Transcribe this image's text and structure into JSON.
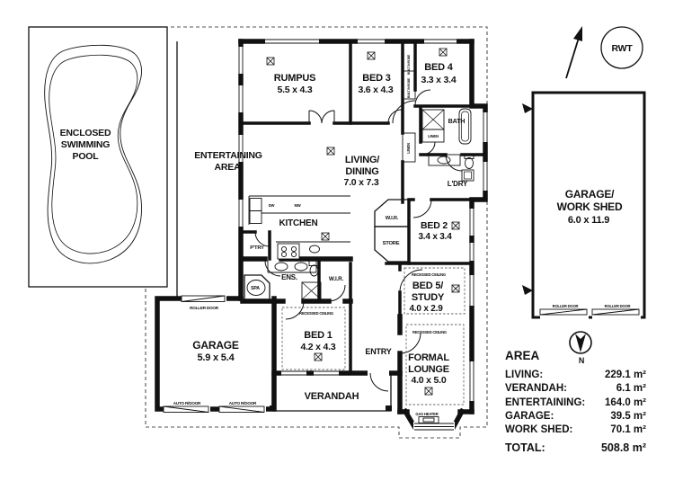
{
  "colors": {
    "ink": "#111111",
    "boundary_dash": "#555555",
    "background": "#ffffff"
  },
  "water_tank": {
    "label": "RWT"
  },
  "compass": {
    "north": "N"
  },
  "pool": {
    "lines": [
      "ENCLOSED",
      "SWIMMING",
      "POOL"
    ]
  },
  "rooms": {
    "entertaining": {
      "lines": [
        "ENTERTAINING",
        "AREA"
      ]
    },
    "rumpus": {
      "name": "RUMPUS",
      "dims": "5.5 x 4.3"
    },
    "bed3": {
      "name": "BED 3",
      "dims": "3.6 x 4.3"
    },
    "bed4": {
      "name": "BED 4",
      "dims": "3.3 x 3.4"
    },
    "bath": {
      "name": "BATH"
    },
    "ldry": {
      "name": "L'DRY"
    },
    "living": {
      "lines": [
        "LIVING/",
        "DINING"
      ],
      "dims": "7.0 x 7.3"
    },
    "kitchen": {
      "name": "KITCHEN"
    },
    "ptry": {
      "name": "P'TRY"
    },
    "ens": {
      "name": "ENS."
    },
    "spa": {
      "name": "SPA"
    },
    "wir": {
      "name": "W.I.R."
    },
    "store": {
      "name": "STORE"
    },
    "bed2": {
      "name": "BED 2",
      "dims": "3.4 x 3.4"
    },
    "bed5": {
      "lines": [
        "BED 5/",
        "STUDY"
      ],
      "dims": "4.0 x 2.9"
    },
    "bed1": {
      "name": "BED 1",
      "dims": "4.2 x 4.3"
    },
    "entry": {
      "name": "ENTRY"
    },
    "formal": {
      "lines": [
        "FORMAL",
        "LOUNGE"
      ],
      "dims": "4.0 x 5.0"
    },
    "verandah": {
      "name": "VERANDAH"
    },
    "garage": {
      "name": "GARAGE",
      "dims": "5.9 x 5.4"
    },
    "workshed": {
      "lines": [
        "GARAGE/",
        "WORK SHED"
      ],
      "dims": "6.0 x 11.9"
    }
  },
  "fixtures": {
    "dw": "DW",
    "mw": "MW",
    "linen": "LINEN",
    "robe": "BUILT IN ROBE",
    "roller_door": "ROLLER DOOR",
    "auto_door": "AUTO R/DOOR",
    "recessed": "RECESSED CEILING",
    "gas_heater": "GAS HEATER"
  },
  "area_table": {
    "title": "AREA",
    "rows": [
      {
        "label": "LIVING:",
        "value": "229.1 m²"
      },
      {
        "label": "VERANDAH:",
        "value": "6.1 m²"
      },
      {
        "label": "ENTERTAINING:",
        "value": "164.0 m²"
      },
      {
        "label": "GARAGE:",
        "value": "39.5 m²"
      },
      {
        "label": "WORK SHED:",
        "value": "70.1 m²"
      }
    ],
    "total": {
      "label": "TOTAL:",
      "value": "508.8 m²"
    }
  }
}
